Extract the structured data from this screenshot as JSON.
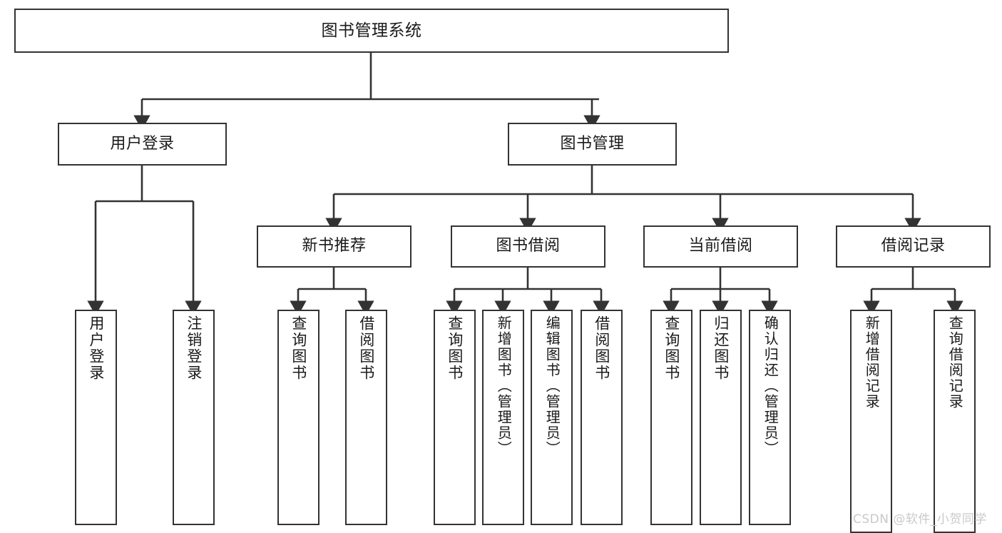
{
  "diagram": {
    "title": "图书管理系统",
    "type": "hierarchy-tree",
    "root": {
      "label": "图书管理系统"
    },
    "level2": [
      {
        "label": "用户登录"
      },
      {
        "label": "图书管理"
      }
    ],
    "level3": [
      {
        "label": "新书推荐"
      },
      {
        "label": "图书借阅"
      },
      {
        "label": "当前借阅"
      },
      {
        "label": "借阅记录"
      }
    ],
    "leaves": {
      "user_login": [
        {
          "label": "用户登录"
        },
        {
          "label": "注销登录"
        }
      ],
      "new_book_recommend": [
        {
          "label": "查询图书"
        },
        {
          "label": "借阅图书"
        }
      ],
      "book_borrow": [
        {
          "label": "查询图书"
        },
        {
          "label": "新增图书（管理员）"
        },
        {
          "label": "编辑图书（管理员）"
        },
        {
          "label": "借阅图书"
        }
      ],
      "current_borrow": [
        {
          "label": "查询图书"
        },
        {
          "label": "归还图书"
        },
        {
          "label": "确认归还（管理员）"
        }
      ],
      "borrow_record": [
        {
          "label": "新增借阅记录"
        },
        {
          "label": "查询借阅记录"
        }
      ]
    }
  },
  "watermark": {
    "text": "CSDN @软件_小贺同学"
  },
  "colors": {
    "background": "#ffffff",
    "box_border": "#333333",
    "box_fill": "#ffffff",
    "connector": "#333333",
    "text": "#1a1a1a",
    "watermark": "#c9c9c9"
  }
}
